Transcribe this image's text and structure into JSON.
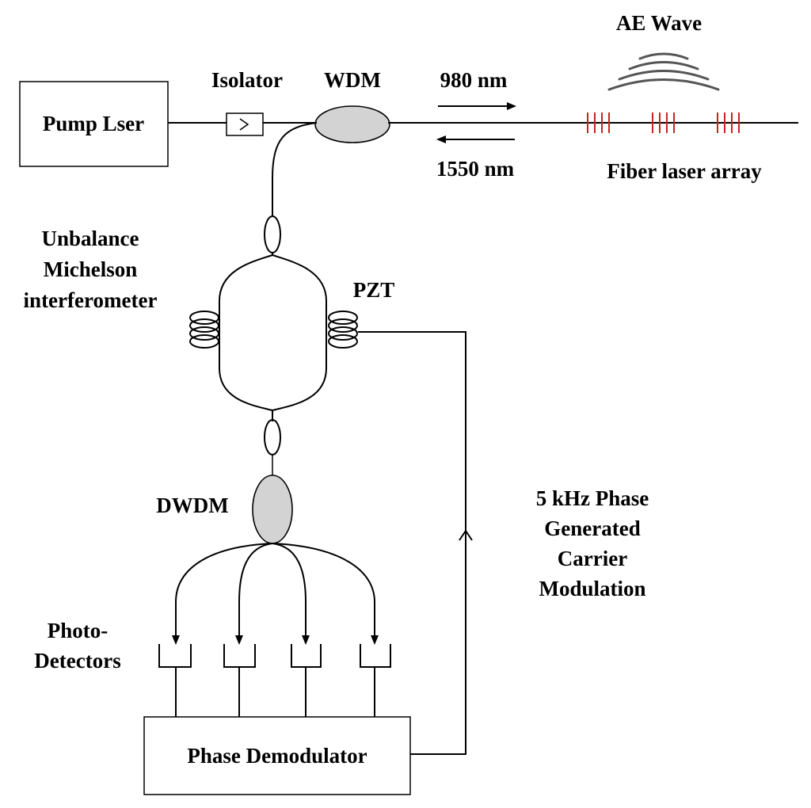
{
  "labels": {
    "pump_laser": "Pump Lser",
    "isolator": "Isolator",
    "wdm": "WDM",
    "pump_wavelength": "980 nm",
    "signal_wavelength": "1550 nm",
    "ae_wave": "AE Wave",
    "fiber_laser_array": "Fiber laser array",
    "interferometer": [
      "Unbalance",
      "Michelson",
      "interferometer"
    ],
    "pzt": "PZT",
    "dwdm": "DWDM",
    "photodetectors": [
      "Photo-",
      "Detectors"
    ],
    "pgc_modulation": [
      "5 kHz Phase",
      "Generated",
      "Carrier",
      "Modulation"
    ],
    "phase_demodulator": "Phase Demodulator"
  },
  "colors": {
    "grating": "#cc2222",
    "coupler_fill": "#d3d3d3",
    "wave": "#555555",
    "line": "#000000"
  },
  "counts": {
    "fiber_lasers": 3,
    "photodetectors": 4
  }
}
